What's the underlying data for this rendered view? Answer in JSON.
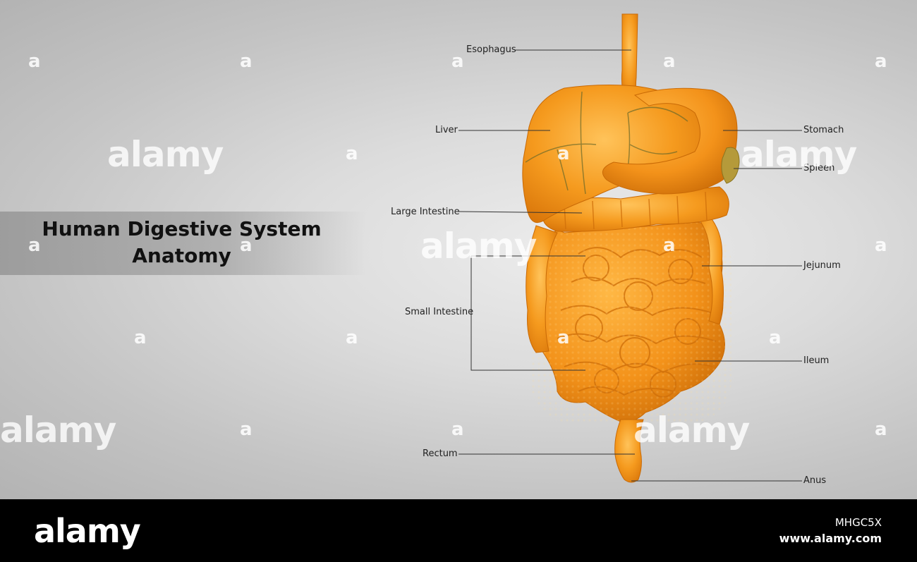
{
  "title": {
    "line1": "Human Digestive System",
    "line2": "Anatomy"
  },
  "labels": {
    "esophagus": "Esophagus",
    "liver": "Liver",
    "large_intestine": "Large Intestine",
    "small_intestine": "Small Intestine",
    "rectum": "Rectum",
    "stomach": "Stomach",
    "spleen": "Spleen",
    "jejunum": "Jejunum",
    "ileum": "Ileum",
    "anus": "Anus"
  },
  "watermark": {
    "small": "a",
    "big": "alamy"
  },
  "footer": {
    "logo": "alamy",
    "image_id": "MHGC5X",
    "url": "www.alamy.com"
  },
  "colors": {
    "organ_orange": "#f59a1e",
    "organ_shadow": "#d9760a",
    "organ_highlight": "#ffc35a",
    "leader_line": "#333333"
  }
}
